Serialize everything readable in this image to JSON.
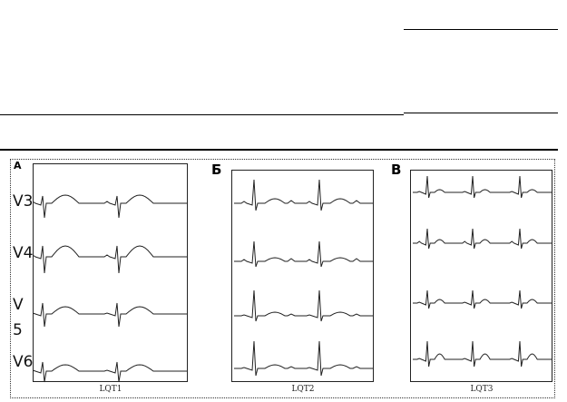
{
  "panels": [
    {
      "letter": "А",
      "caption": "LQT1",
      "leads": [
        "V3",
        "V4",
        "V",
        "5",
        "V6"
      ]
    },
    {
      "letter": "Б",
      "caption": "LQT2"
    },
    {
      "letter": "В",
      "caption": "LQT3"
    }
  ],
  "colors": {
    "trace": "#222222",
    "frame": "#333333",
    "rule": "#000000"
  }
}
